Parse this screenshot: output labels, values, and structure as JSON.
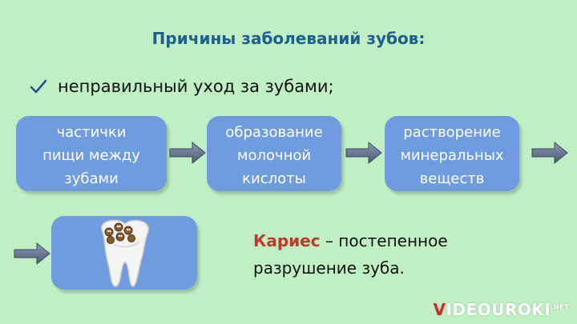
{
  "title": "Причины заболеваний зубов:",
  "bullet": "неправильный уход за зубами;",
  "boxes": {
    "first": [
      "частички",
      "пищи между",
      "зубами"
    ],
    "second": [
      "образование",
      "молочной",
      "кислоты"
    ],
    "third": [
      "растворение",
      "минеральных",
      "веществ"
    ]
  },
  "caries": {
    "term": "Кариес",
    "definition_line1": " – постепенное",
    "definition_line2": "разрушение зуба."
  },
  "logo": {
    "v": "V",
    "i": "I",
    "rest": "DEOUROKI",
    "suffix": ".NET"
  },
  "icons": {
    "check": "check-icon",
    "arrow": "arrow-right-icon",
    "tooth": "decayed-tooth-icon"
  },
  "colors": {
    "background": "#bfefc3",
    "title": "#1f5f8f",
    "box": "#6f9be0",
    "caries_term": "#c0392b"
  }
}
